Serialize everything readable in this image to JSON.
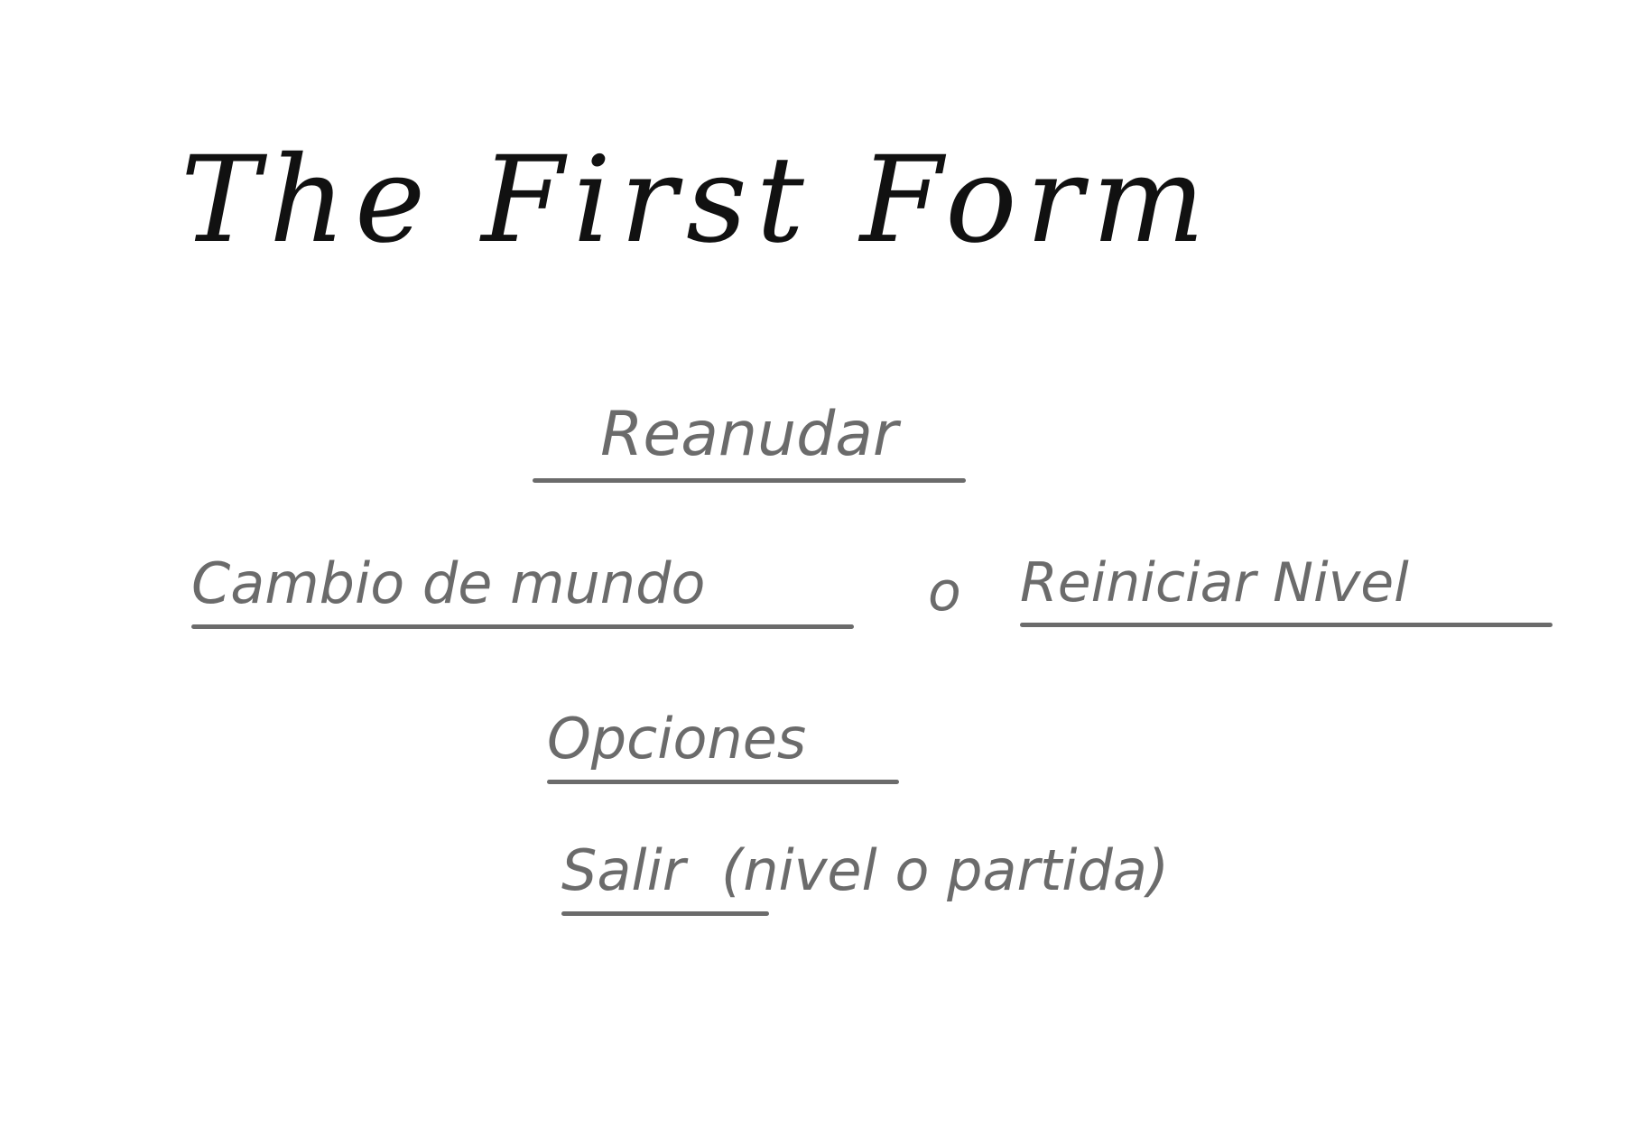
{
  "title": "The First Form",
  "menu": {
    "resume": "Reanudar",
    "change_world": "Cambio de mundo",
    "separator": "o",
    "restart_level": "Reiniciar Nivel",
    "options": "Opciones",
    "exit": "Salir",
    "exit_note": "(nivel o partida)"
  },
  "colors": {
    "title": "#111111",
    "menu": "#6b6b6b",
    "background": "#ffffff"
  }
}
